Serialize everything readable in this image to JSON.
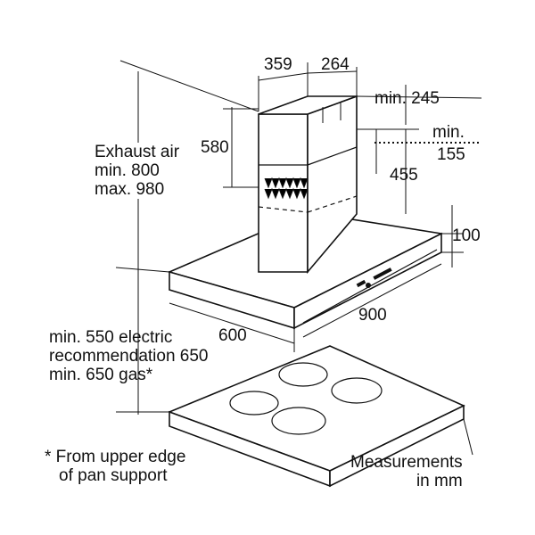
{
  "diagram": {
    "dimensions": {
      "chimney_width": "359",
      "chimney_depth": "264",
      "min_245": "min. 245",
      "min_155_line1": "min.",
      "min_155_line2": "155",
      "chimney_580": "580",
      "chimney_455": "455",
      "hood_height": "100",
      "hood_depth": "600",
      "hood_width": "900"
    },
    "exhaust": {
      "line1": "Exhaust air",
      "line2": "min.  800",
      "line3": "max. 980"
    },
    "clearance": {
      "line1": "min. 550 electric",
      "line2": "recommendation 650",
      "line3": "min. 650 gas*"
    },
    "footnote": {
      "line1": "* From upper edge",
      "line2": "of pan support"
    },
    "units": {
      "line1": "Measurements",
      "line2": "in mm"
    }
  }
}
